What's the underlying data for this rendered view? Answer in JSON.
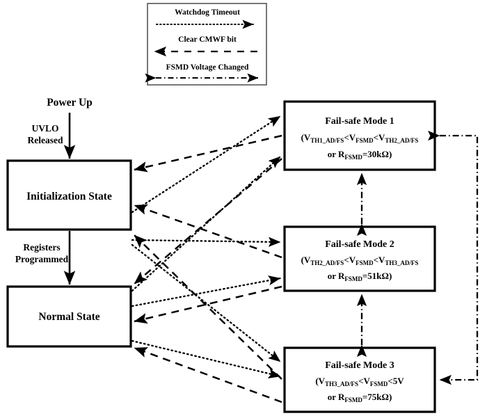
{
  "legend": {
    "items": [
      {
        "label": "Watchdog Timeout",
        "style": "dotted",
        "direction": "right"
      },
      {
        "label": "Clear CMWF bit",
        "style": "dashed",
        "direction": "left"
      },
      {
        "label": "FSMD Voltage Changed",
        "style": "dash-dot",
        "direction": "both"
      }
    ]
  },
  "entry": {
    "source_label": "Power Up",
    "transition_label_line1": "UVLO",
    "transition_label_line2": "Released"
  },
  "states": {
    "initialization": {
      "label": "Initialization State"
    },
    "normal": {
      "label": "Normal State"
    },
    "init_to_normal_line1": "Registers",
    "init_to_normal_line2": "Programmed"
  },
  "modes": [
    {
      "title": "Fail-safe Mode 1",
      "cond_open": "(V",
      "cond_sub1": "TH1_AD/FS",
      "cond_mid1": "<V",
      "cond_sub2": "FSMD",
      "cond_mid2": "<V",
      "cond_sub3": "TH2_AD/FS",
      "res_prefix": "or R",
      "res_sub": "FSMD",
      "res_value": "=30kΩ)"
    },
    {
      "title": "Fail-safe Mode 2",
      "cond_open": "(V",
      "cond_sub1": "TH2_AD/FS",
      "cond_mid1": "<V",
      "cond_sub2": "FSMD",
      "cond_mid2": "<V",
      "cond_sub3": "TH3_AD/FS",
      "res_prefix": "or R",
      "res_sub": "FSMD",
      "res_value": "=51kΩ)"
    },
    {
      "title": "Fail-safe Mode 3",
      "cond_open": "(V",
      "cond_sub1": "TH3_AD/FS",
      "cond_mid1": "<V",
      "cond_sub2": "FSMD",
      "cond_mid2": "<5V",
      "cond_sub3": "",
      "res_prefix": "or R",
      "res_sub": "FSMD",
      "res_value": "=75kΩ)"
    }
  ],
  "colors": {
    "line": "#000000",
    "box_fill": "#ffffff",
    "background": "#ffffff"
  }
}
